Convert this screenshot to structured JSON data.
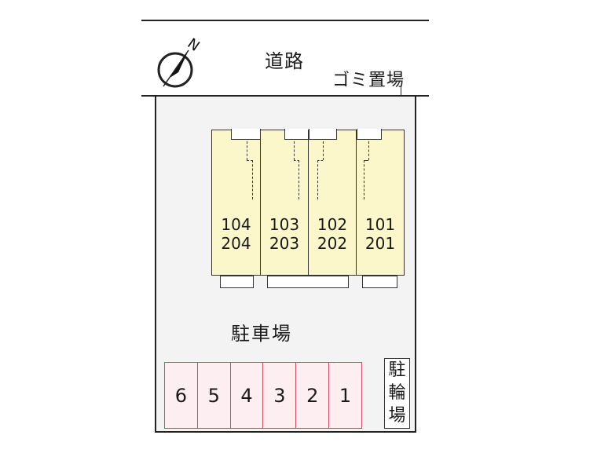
{
  "map": {
    "road_label": "道路",
    "trash_label": "ゴミ置場",
    "compass_letter": "N",
    "parking_label": "駐車場",
    "bike_label": [
      "駐",
      "輪",
      "場"
    ],
    "units": [
      {
        "ground": "104",
        "upper": "204"
      },
      {
        "ground": "103",
        "upper": "203"
      },
      {
        "ground": "102",
        "upper": "202"
      },
      {
        "ground": "101",
        "upper": "201"
      }
    ],
    "parking_spaces": [
      "6",
      "5",
      "4",
      "3",
      "2",
      "1"
    ]
  },
  "colors": {
    "building_fill": "#fbf7cb",
    "lot_fill": "#f3f3f3",
    "parking_border": "#d64a64",
    "parking_fill": "#fdeef1"
  }
}
